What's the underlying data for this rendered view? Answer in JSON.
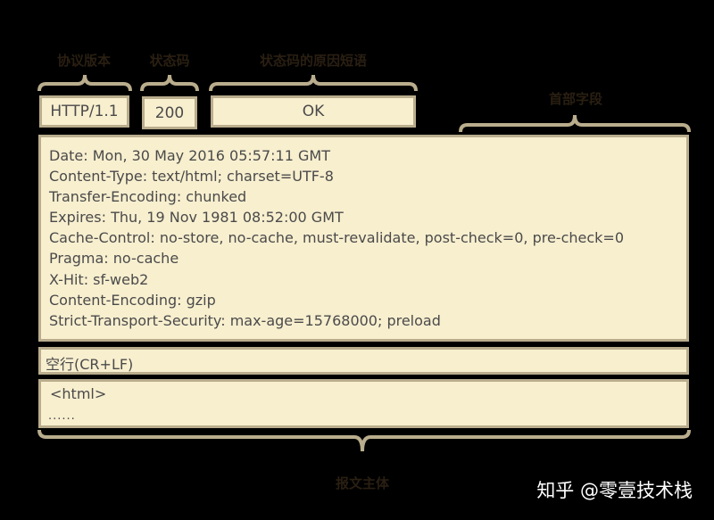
{
  "labels": {
    "protocol_version": "协议版本",
    "status_code": "状态码",
    "reason_phrase": "状态码的原因短语",
    "header_fields": "首部字段",
    "message_body": "报文主体"
  },
  "status_line": {
    "version": "HTTP/1.1",
    "code": "200",
    "reason": "OK"
  },
  "headers": [
    "Date: Mon, 30 May 2016 05:57:11 GMT",
    "Content-Type: text/html; charset=UTF-8",
    "Transfer-Encoding: chunked",
    "Expires: Thu, 19 Nov 1981 08:52:00 GMT",
    "Cache-Control: no-store, no-cache, must-revalidate, post-check=0, pre-check=0",
    "Pragma: no-cache",
    "X-Hit: sf-web2",
    "Content-Encoding: gzip",
    "Strict-Transport-Security: max-age=15768000; preload"
  ],
  "blank_line": "空行(CR+LF)",
  "body": {
    "first_line": "<html>",
    "ellipsis": "......"
  },
  "watermark": "知乎 @零壹技术栈",
  "colors": {
    "background": "#000000",
    "box_fill": "#f8efcf",
    "box_border": "#b9ad8d",
    "brace": "#b9ad8d",
    "label_text": "#2a1f12"
  }
}
